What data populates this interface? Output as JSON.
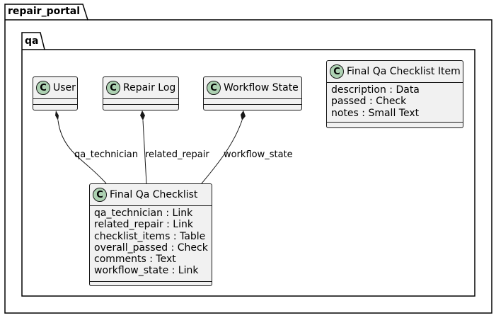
{
  "packages": {
    "outer": "repair_portal",
    "inner": "qa"
  },
  "class_icon_letter": "C",
  "classes": {
    "user": {
      "name": "User",
      "attributes": []
    },
    "repair_log": {
      "name": "Repair Log",
      "attributes": []
    },
    "workflow_state": {
      "name": "Workflow State",
      "attributes": []
    },
    "checklist_item": {
      "name": "Final Qa Checklist Item",
      "attributes": [
        "description : Data",
        "passed : Check",
        "notes : Small Text"
      ]
    },
    "checklist": {
      "name": "Final Qa Checklist",
      "attributes": [
        "qa_technician : Link",
        "related_repair : Link",
        "checklist_items : Table",
        "overall_passed : Check",
        "comments : Text",
        "workflow_state : Link"
      ]
    }
  },
  "relations": [
    {
      "from": "User",
      "to": "Final Qa Checklist",
      "type": "composition",
      "label": "qa_technician"
    },
    {
      "from": "Repair Log",
      "to": "Final Qa Checklist",
      "type": "composition",
      "label": "related_repair"
    },
    {
      "from": "Workflow State",
      "to": "Final Qa Checklist",
      "type": "composition",
      "label": "workflow_state"
    }
  ],
  "colors": {
    "class_fill": "#f1f1f1",
    "class_icon": "#add1b2",
    "stroke": "#181818"
  }
}
